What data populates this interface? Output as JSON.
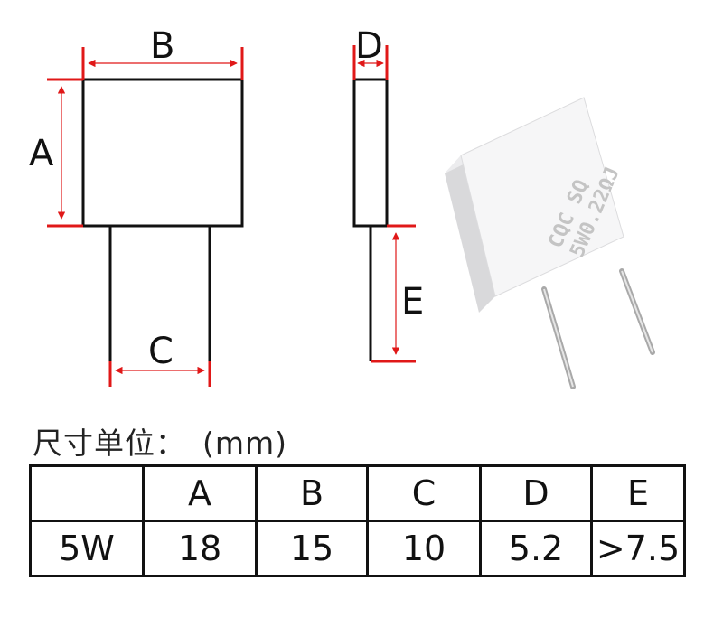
{
  "diagram": {
    "labels": {
      "a": "A",
      "b": "B",
      "c": "C",
      "d": "D",
      "e": "E"
    },
    "component_print": {
      "line1": "CQC SQ",
      "line2": "5W0.22ΩJ"
    },
    "colors": {
      "dimension": "#e01818",
      "outline": "#111111"
    }
  },
  "unit_caption": {
    "label": "尺寸单位：",
    "unit": "(mm)"
  },
  "table": {
    "headers": [
      "",
      "A",
      "B",
      "C",
      "D",
      "E"
    ],
    "rows": [
      [
        "5W",
        "18",
        "15",
        "10",
        "5.2",
        ">7.5"
      ]
    ]
  }
}
